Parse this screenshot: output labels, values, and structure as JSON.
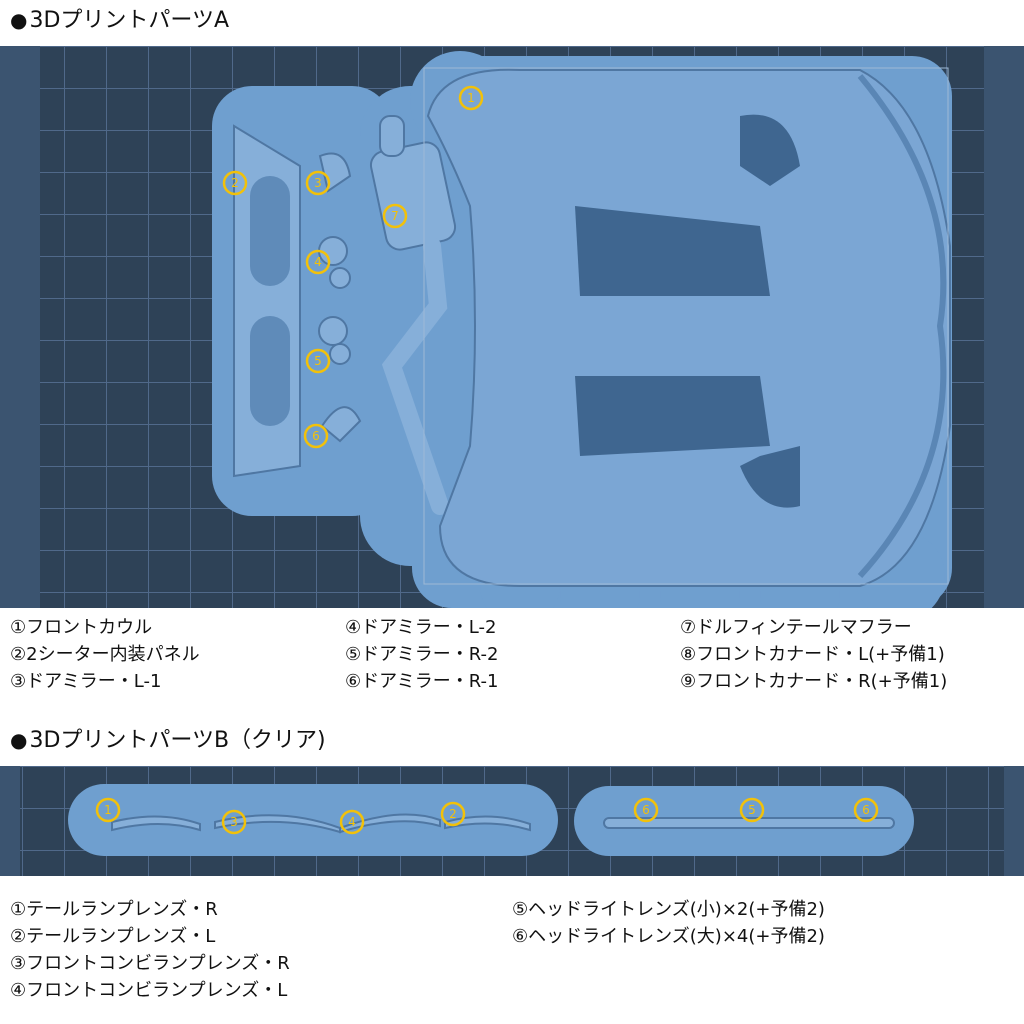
{
  "section_a": {
    "title": "3Dプリントパーツ",
    "title_suffix": "A",
    "markers": [
      "1",
      "2",
      "3",
      "4",
      "5",
      "6",
      "7"
    ],
    "legend_col1": [
      "①フロントカウル",
      "②2シーター内装パネル",
      "③ドアミラー・L-1"
    ],
    "legend_col2": [
      "④ドアミラー・L-2",
      "⑤ドアミラー・R-2",
      "⑥ドアミラー・R-1"
    ],
    "legend_col3": [
      "⑦ドルフィンテールマフラー",
      "⑧フロントカナード・L(+予備1)",
      "⑨フロントカナード・R(+予備1)"
    ]
  },
  "section_b": {
    "title": "3Dプリントパーツ",
    "title_suffix": "B（クリア)",
    "markers": [
      "1",
      "3",
      "4",
      "2",
      "6",
      "5",
      "6"
    ],
    "legend_col1": [
      "①テールランプレンズ・R",
      "②テールランプレンズ・L",
      "③フロントコンビランプレンズ・R",
      "④フロントコンビランプレンズ・L"
    ],
    "legend_col2": [
      "⑤ヘッドライトレンズ(小)×2(+予備2)",
      "⑥ヘッドライトレンズ(大)×4(+予備2)"
    ]
  },
  "colors": {
    "bed": "#2e4257",
    "grid": "#4f6a85",
    "part": "#7ba6d4",
    "halo": "#6f9fcf",
    "marker": "#f2c10a"
  }
}
